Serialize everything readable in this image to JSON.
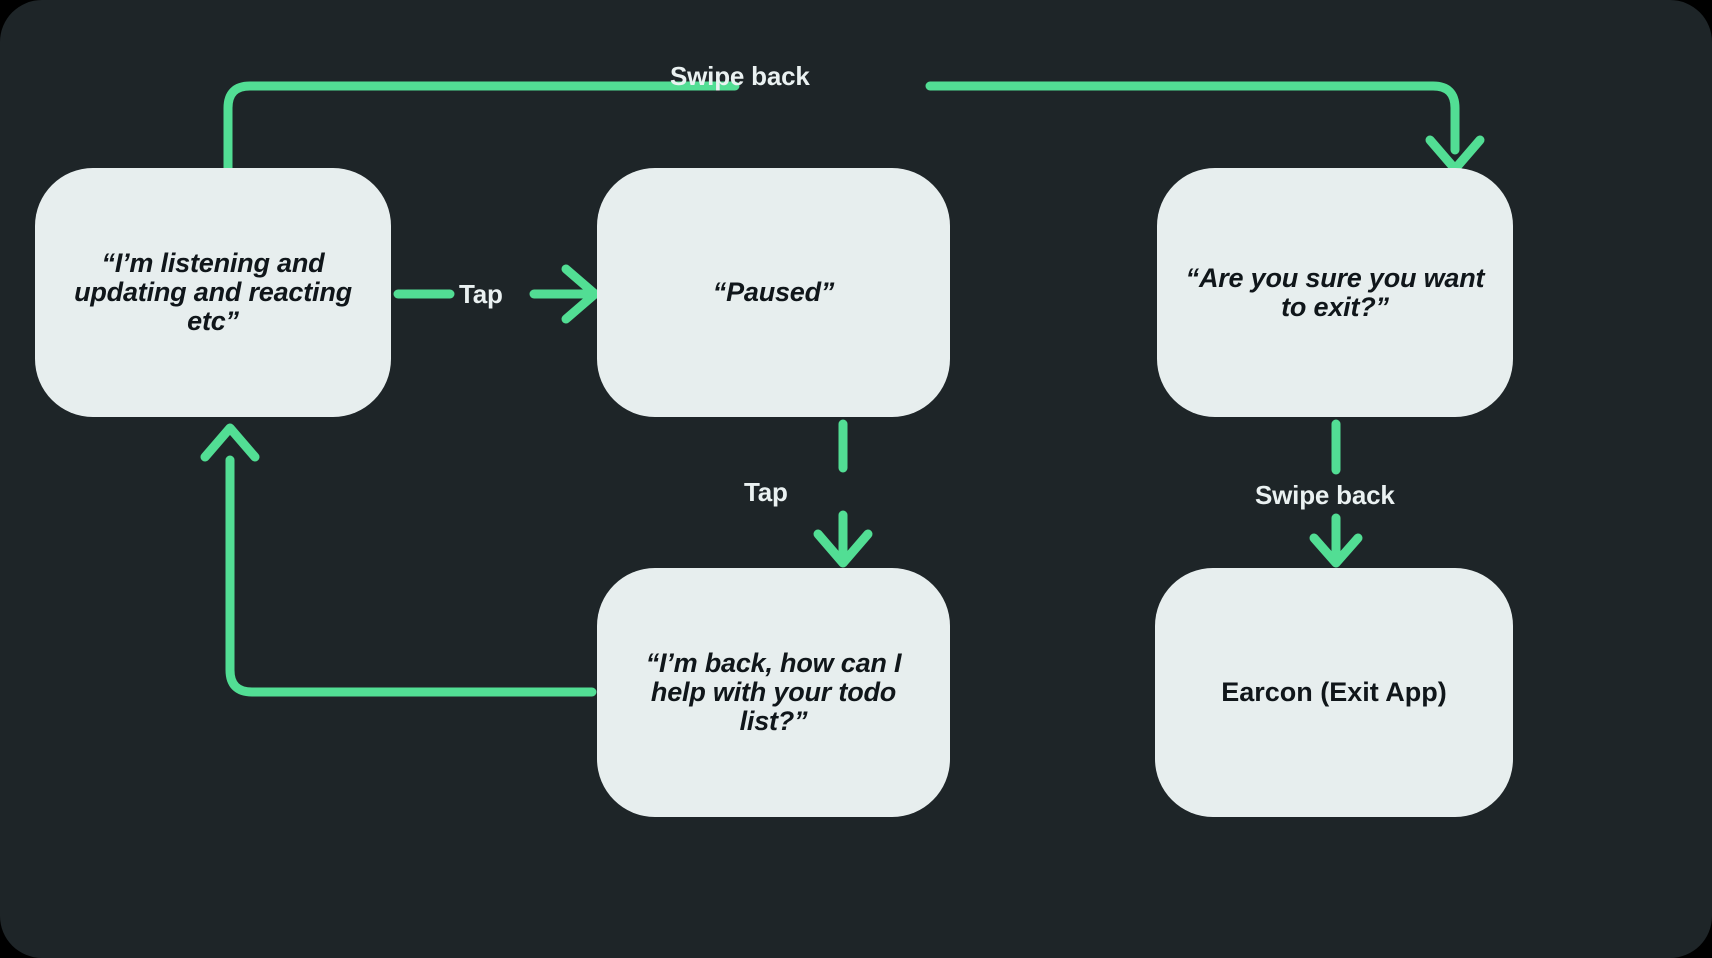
{
  "diagram": {
    "title": "Voice assistant pause / exit state flow",
    "background_color": "#1E2528",
    "node_fill_color": "#E7EEEE",
    "node_text_color": "#10161A",
    "connector_color": "#52DE94",
    "label_text_color": "#EAF1F1"
  },
  "nodes": [
    {
      "id": "listening",
      "label": "“I’m listening and updating and reacting etc”",
      "style": "italic"
    },
    {
      "id": "paused",
      "label": "“Paused”",
      "style": "italic"
    },
    {
      "id": "exit",
      "label": "“Are you sure you want to exit?”",
      "style": "italic"
    },
    {
      "id": "back",
      "label": "“I’m back, how can I help with your todo list?”",
      "style": "italic"
    },
    {
      "id": "earcon",
      "label": "Earcon (Exit App)",
      "style": "plain"
    }
  ],
  "edges": [
    {
      "id": "listening-to-exit",
      "from": "listening",
      "to": "exit",
      "label": "Swipe back",
      "direction": "right"
    },
    {
      "id": "listening-to-paused",
      "from": "listening",
      "to": "paused",
      "label": "Tap",
      "direction": "right"
    },
    {
      "id": "paused-to-back",
      "from": "paused",
      "to": "back",
      "label": "Tap",
      "direction": "down"
    },
    {
      "id": "back-to-listening",
      "from": "back",
      "to": "listening",
      "label": "",
      "direction": "up"
    },
    {
      "id": "exit-to-earcon",
      "from": "exit",
      "to": "earcon",
      "label": "Swipe back",
      "direction": "down"
    }
  ]
}
